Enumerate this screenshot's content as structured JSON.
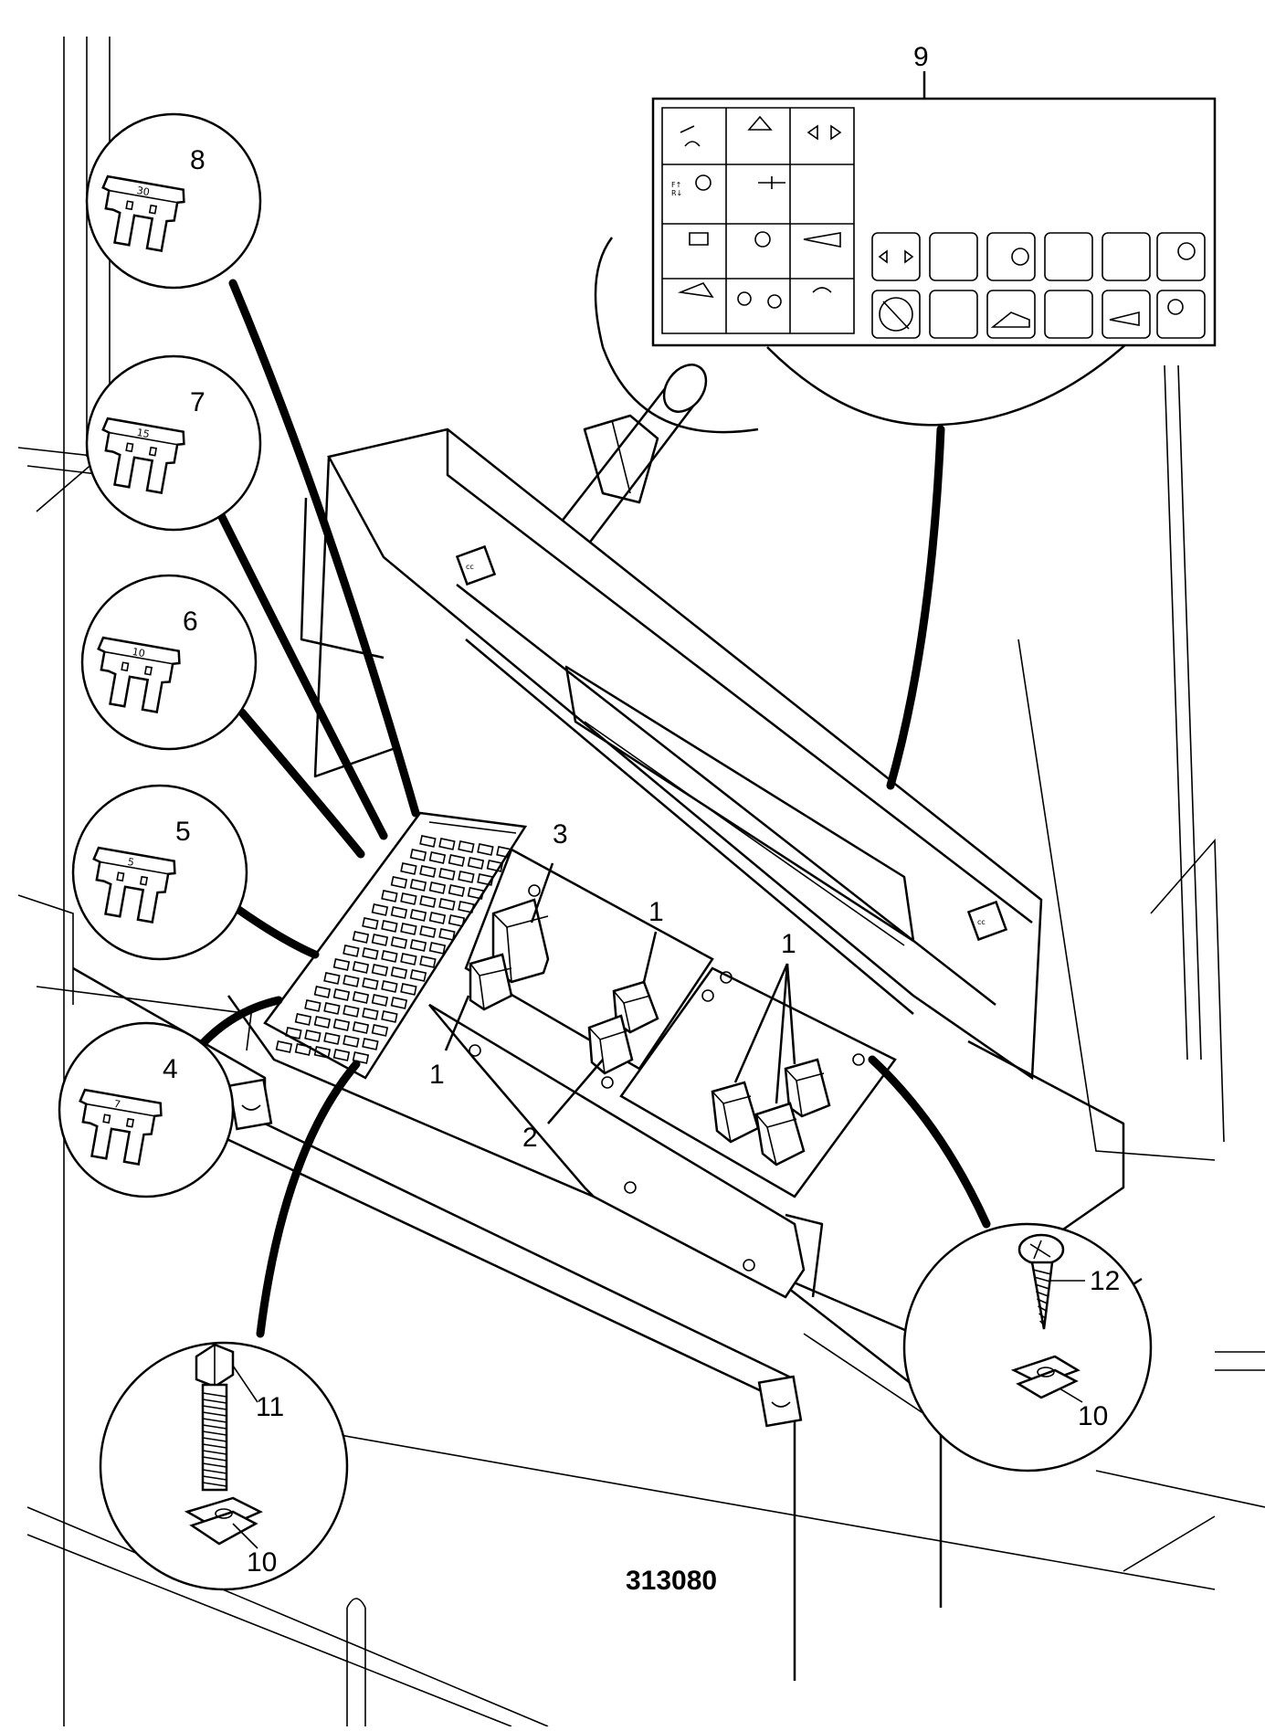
{
  "drawing_number": "313080",
  "callouts": {
    "relay": "1",
    "relay_2": "2",
    "relay_3": "3",
    "fuse_4": "4",
    "fuse_5": "5",
    "fuse_6": "6",
    "fuse_7": "7",
    "fuse_8": "8",
    "label_9": "9",
    "clip_nut": "10",
    "bolt_11": "11",
    "screw_12": "12"
  },
  "fuse_ratings": {
    "fuse_4": "7",
    "fuse_5": "5",
    "fuse_6": "10",
    "fuse_7": "15",
    "fuse_8": "30"
  },
  "label_panel": {
    "lower_row_marks": [
      "F↑",
      "R↓"
    ]
  }
}
